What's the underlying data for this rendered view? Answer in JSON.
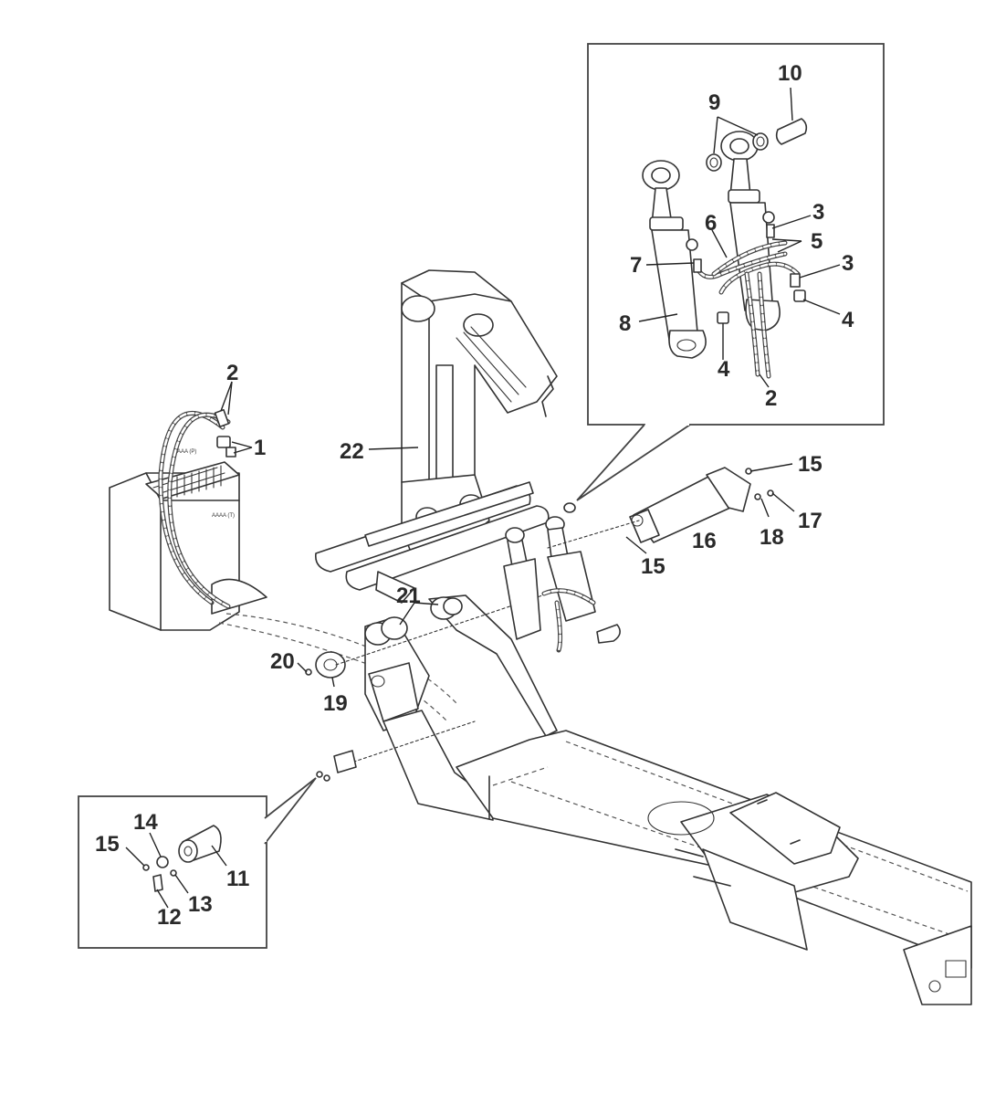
{
  "diagram": {
    "callouts": {
      "c1": "1",
      "c2_valve": "2",
      "c22": "22",
      "c20": "20",
      "c19": "19",
      "c21": "21",
      "c15_top": "15",
      "c17": "17",
      "c18": "18",
      "c16": "16",
      "c15_mid": "15",
      "c10": "10",
      "c9": "9",
      "c3_top": "3",
      "c6": "6",
      "c5": "5",
      "c7": "7",
      "c3_mid": "3",
      "c8": "8",
      "c4_right": "4",
      "c4_bottom": "4",
      "c2_detail": "2",
      "c14": "14",
      "c15_detail": "15",
      "c11": "11",
      "c13": "13",
      "c12": "12"
    }
  }
}
